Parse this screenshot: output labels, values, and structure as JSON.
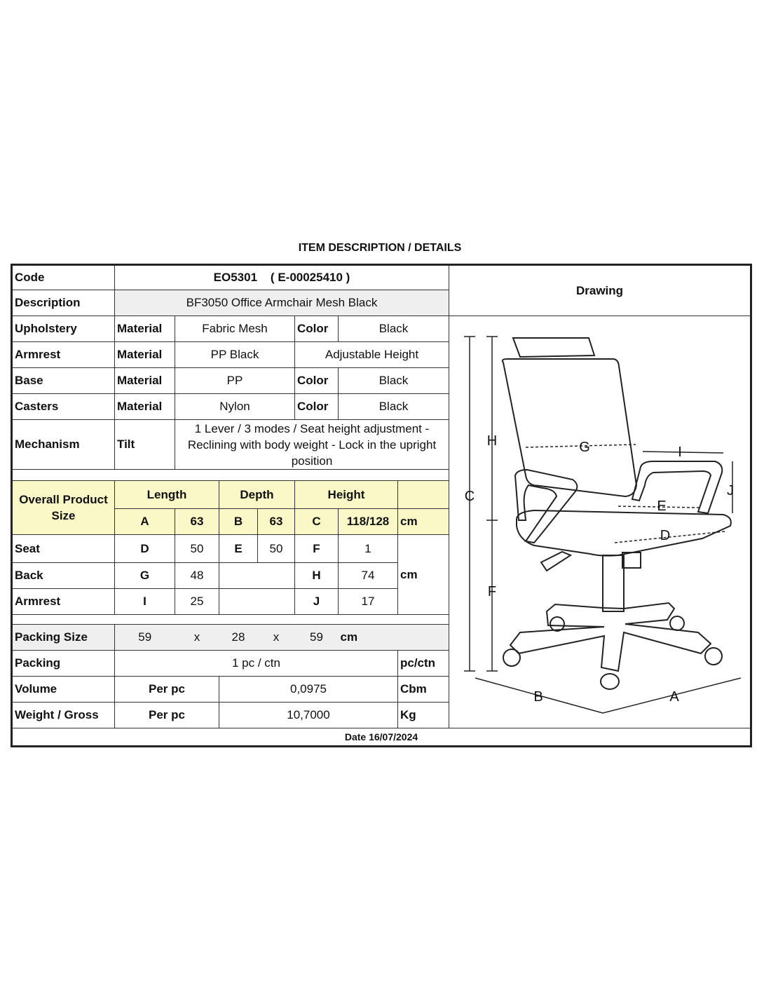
{
  "title": "ITEM DESCRIPTION / DETAILS",
  "code": {
    "label": "Code",
    "value": "EO5301    ( E-00025410 )"
  },
  "description": {
    "label": "Description",
    "value": "BF3050 Office Armchair Mesh Black"
  },
  "drawing_label": "Drawing",
  "upholstery": {
    "label": "Upholstery",
    "material_label": "Material",
    "material": "Fabric Mesh",
    "color_label": "Color",
    "color": "Black"
  },
  "armrest": {
    "label": "Armrest",
    "material_label": "Material",
    "material": "PP Black",
    "feature": "Adjustable Height"
  },
  "base": {
    "label": "Base",
    "material_label": "Material",
    "material": "PP",
    "color_label": "Color",
    "color": "Black"
  },
  "casters": {
    "label": "Casters",
    "material_label": "Material",
    "material": "Nylon",
    "color_label": "Color",
    "color": "Black"
  },
  "mechanism": {
    "label": "Mechanism",
    "type": "Tilt",
    "text": "1 Lever / 3 modes / Seat height adjustment - Reclining with body weight - Lock in the upright position"
  },
  "overall": {
    "label": "Overall Product Size",
    "length_label": "Length",
    "depth_label": "Depth",
    "height_label": "Height",
    "a": "A",
    "a_val": "63",
    "b": "B",
    "b_val": "63",
    "c": "C",
    "c_val": "118/128",
    "unit": "cm"
  },
  "seat": {
    "label": "Seat",
    "d": "D",
    "d_val": "50",
    "e": "E",
    "e_val": "50",
    "f": "F",
    "f_val": "1"
  },
  "back": {
    "label": "Back",
    "g": "G",
    "g_val": "48",
    "h": "H",
    "h_val": "74"
  },
  "armrest_dims": {
    "label": "Armrest",
    "i": "I",
    "i_val": "25",
    "j": "J",
    "j_val": "17"
  },
  "dims_unit": "cm",
  "packing_size": {
    "label": "Packing Size",
    "l": "59",
    "x1": "x",
    "w": "28",
    "x2": "x",
    "h": "59",
    "unit": "cm"
  },
  "packing": {
    "label": "Packing",
    "value": "1 pc / ctn",
    "unit": "pc/ctn"
  },
  "volume": {
    "label": "Volume",
    "per": "Per pc",
    "value": "0,0975",
    "unit": "Cbm"
  },
  "weight": {
    "label": "Weight / Gross",
    "per": "Per pc",
    "value": "10,7000",
    "unit": "Kg"
  },
  "date": "Date 16/07/2024",
  "drawing_letters": {
    "A": "A",
    "B": "B",
    "C": "C",
    "D": "D",
    "E": "E",
    "F": "F",
    "G": "G",
    "H": "H",
    "I": "I",
    "J": "J"
  }
}
